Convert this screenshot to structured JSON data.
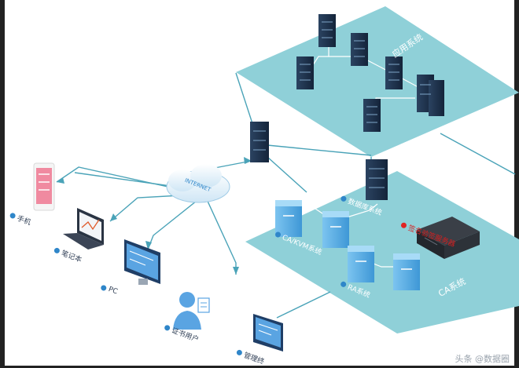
{
  "planes": {
    "app_system": "应用系统",
    "ca_system": "CA系统"
  },
  "devices": {
    "mobile": "手机",
    "laptop": "笔记本",
    "pc": "PC",
    "cert_user": "证书用户",
    "admin": "管理终"
  },
  "servers": {
    "database": "数据库系统",
    "ca_kvm": "CA/KVM系统",
    "ra": "RA系统",
    "signing": "签名验签服务器"
  },
  "cloud": {
    "label": "INTERNET"
  },
  "watermark": "头条 @数据圈",
  "colors": {
    "plane": "#8fd0d8",
    "line": "#4aa3b8",
    "server_dark": "#1b2e44",
    "server_light": "#5ab0e6",
    "accent_red": "#e02424"
  },
  "icons": [
    "mobile-icon",
    "laptop-icon",
    "pc-icon",
    "user-icon",
    "monitor-icon",
    "server-rack-icon",
    "cloud-icon",
    "hsm-box-icon"
  ]
}
